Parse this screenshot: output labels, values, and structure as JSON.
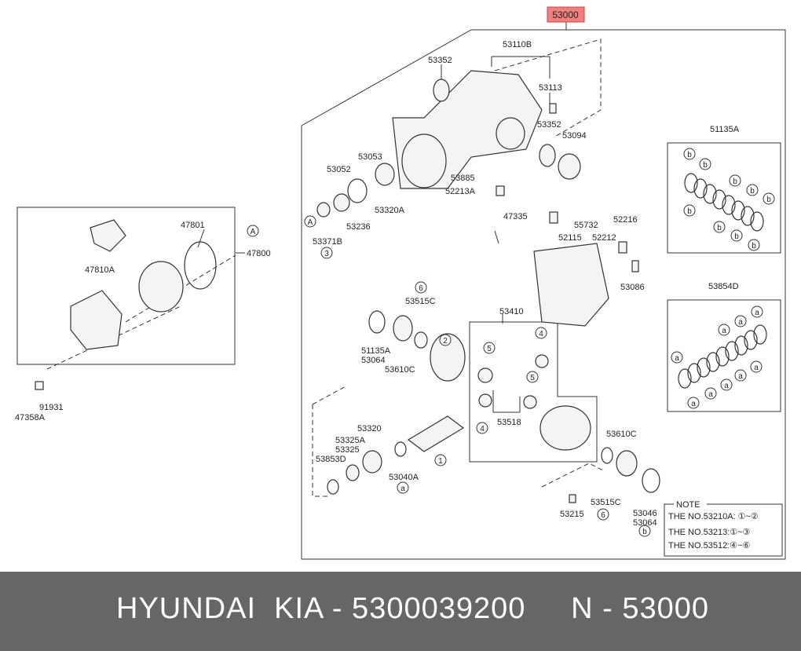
{
  "diagram": {
    "main_part": "53000",
    "labels": {
      "p53110B": "53110B",
      "p53352a": "53352",
      "p53113": "53113",
      "p53352b": "53352",
      "p53094": "53094",
      "p53053": "53053",
      "p53052": "53052",
      "p53885": "53885",
      "p52213A": "52213A",
      "p53320A": "53320A",
      "p53236": "53236",
      "p53371B": "53371B",
      "p47335": "47335",
      "p55732": "55732",
      "p52216": "52216",
      "p52115": "52115",
      "p52212": "52212",
      "p53086": "53086",
      "p51135A_top": "51135A",
      "p53854D": "53854D",
      "p47801": "47801",
      "p47800": "47800",
      "p47810A": "47810A",
      "p91931": "91931",
      "p47358A": "47358A",
      "p53515C_a": "53515C",
      "p53410": "53410",
      "p51135A_b": "51135A",
      "p53064_a": "53064",
      "p53610C_a": "53610C",
      "p53518": "53518",
      "p53320": "53320",
      "p53325A": "53325A",
      "p53325": "53325",
      "p53853D": "53853D",
      "p53040A": "53040A",
      "p53610C_b": "53610C",
      "p53515C_b": "53515C",
      "p53215": "53215",
      "p53046": "53046",
      "p53064_b": "53064"
    },
    "callouts": {
      "A": "A",
      "n1": "1",
      "n2": "2",
      "n3": "3",
      "n4": "4",
      "n5": "5",
      "n6": "6",
      "a": "a",
      "b": "b"
    },
    "note": {
      "title": "NOTE",
      "line1": "THE NO.53210A: ①~②",
      "line2": "THE NO.53213:①~③",
      "line3": "THE NO.53512:④~⑥"
    }
  },
  "footer": {
    "text": "HYUNDAI  KIA - 5300039200     N - 53000"
  },
  "colors": {
    "highlight_fill": "#f08080",
    "highlight_border": "#d04040",
    "footer_bg": "#666666",
    "line": "#333333"
  }
}
